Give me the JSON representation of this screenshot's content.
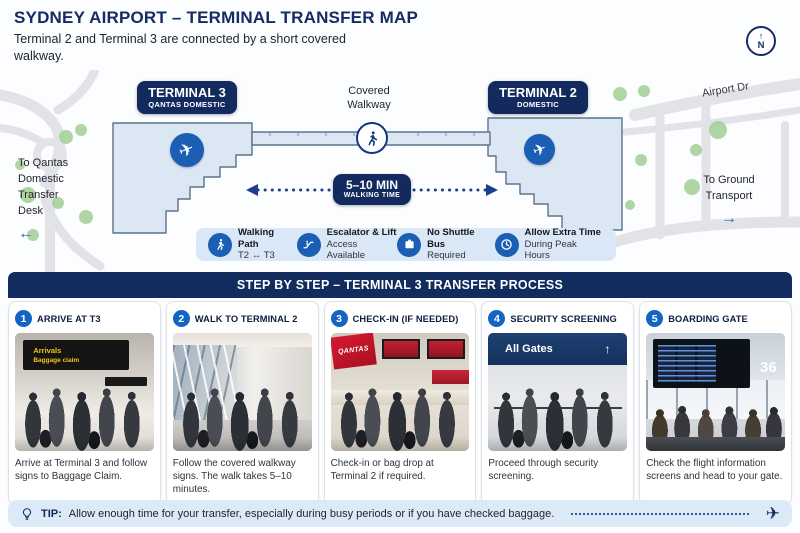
{
  "header": {
    "title": "SYDNEY AIRPORT – TERMINAL TRANSFER MAP",
    "subtitle": "Terminal 2 and Terminal 3 are connected by a short covered walkway.",
    "compass_arrow": "↑",
    "compass_letter": "N"
  },
  "map": {
    "terminal3": {
      "name": "TERMINAL 3",
      "subtitle": "QANTAS DOMESTIC"
    },
    "terminal2": {
      "name": "TERMINAL 2",
      "subtitle": "DOMESTIC"
    },
    "covered_walkway": "Covered Walkway",
    "plane_glyph": "✈",
    "walk_time": {
      "duration": "5–10 MIN",
      "label": "WALKING TIME"
    },
    "destination_left": {
      "text": "To Qantas Domestic Transfer Desk",
      "arrow": "←"
    },
    "destination_right": {
      "text": "To Ground Transport",
      "arrow": "→"
    },
    "street": "Airport Dr",
    "legend": [
      {
        "icon": "walking-icon",
        "line1": "Walking Path",
        "line2": "T2 ↔ T3"
      },
      {
        "icon": "escalator-icon",
        "line1": "Escalator & Lift",
        "line2": "Access Available"
      },
      {
        "icon": "shuttle-bus-icon",
        "line1": "No Shuttle Bus",
        "line2": "Required"
      },
      {
        "icon": "clock-icon",
        "line1": "Allow Extra Time",
        "line2": "During Peak Hours"
      }
    ]
  },
  "steps": {
    "header": "STEP BY STEP – TERMINAL 3 TRANSFER PROCESS",
    "items": [
      {
        "number": "1",
        "title": "ARRIVE AT T3",
        "caption": "Arrive at Terminal 3 and follow signs to Baggage Claim.",
        "sign_line1": "Arrivals",
        "sign_line2": "Baggage claim"
      },
      {
        "number": "2",
        "title": "WALK TO TERMINAL 2",
        "caption": "Follow the covered walkway signs. The walk takes 5–10 minutes."
      },
      {
        "number": "3",
        "title": "CHECK-IN (IF NEEDED)",
        "caption": "Check-in or bag drop at Terminal 2 if required.",
        "sign": "QANTAS"
      },
      {
        "number": "4",
        "title": "SECURITY SCREENING",
        "caption": "Proceed through security screening.",
        "sign": "All Gates",
        "sign_arrow": "↑"
      },
      {
        "number": "5",
        "title": "BOARDING GATE",
        "caption": "Check the flight information screens and head to your gate.",
        "gate_number": "36"
      }
    ]
  },
  "tip": {
    "label": "TIP:",
    "text": "Allow enough time for your transfer, especially during busy periods or if you have checked baggage.",
    "plane_glyph": "✈"
  },
  "colors": {
    "navy": "#132c5e",
    "accent_blue": "#1a5fb3",
    "light_blue_bg": "#d9e7f6",
    "map_fill": "#dce7f4",
    "tree_green": "#a7d19c"
  }
}
